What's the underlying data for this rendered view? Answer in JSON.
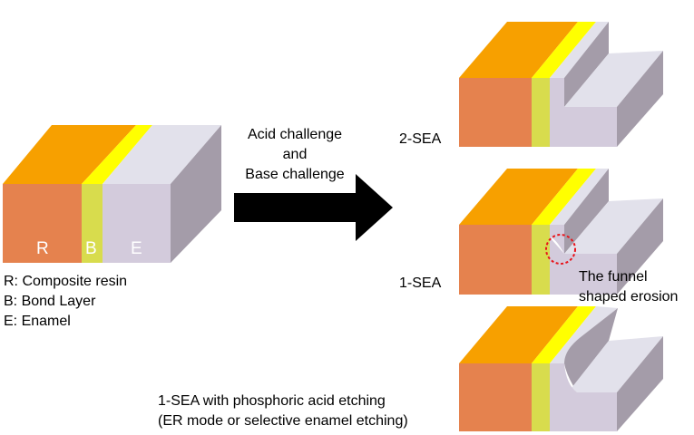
{
  "diagram": {
    "colors": {
      "resin_top": "#f7a000",
      "resin_front": "#e5824e",
      "bond_top": "#ffff00",
      "bond_front": "#d8dc4d",
      "enamel_top": "#e2e1eb",
      "enamel_front": "#d3cbdc",
      "enamel_side": "#a49ca9",
      "erosion_marker": "#e8141b"
    },
    "block_letters": [
      "R",
      "B",
      "E"
    ],
    "legend": [
      "R: Composite resin",
      "B: Bond Layer",
      "E: Enamel"
    ],
    "arrow_text": [
      "Acid challenge",
      "and",
      "Base challenge"
    ],
    "samples": {
      "two_sea": "2-SEA",
      "one_sea": "1-SEA",
      "one_sea_etch": [
        "1-SEA with phosphoric acid etching",
        "(ER mode or selective enamel etching)"
      ]
    },
    "erosion_note": [
      "The funnel",
      "shaped erosion"
    ]
  }
}
